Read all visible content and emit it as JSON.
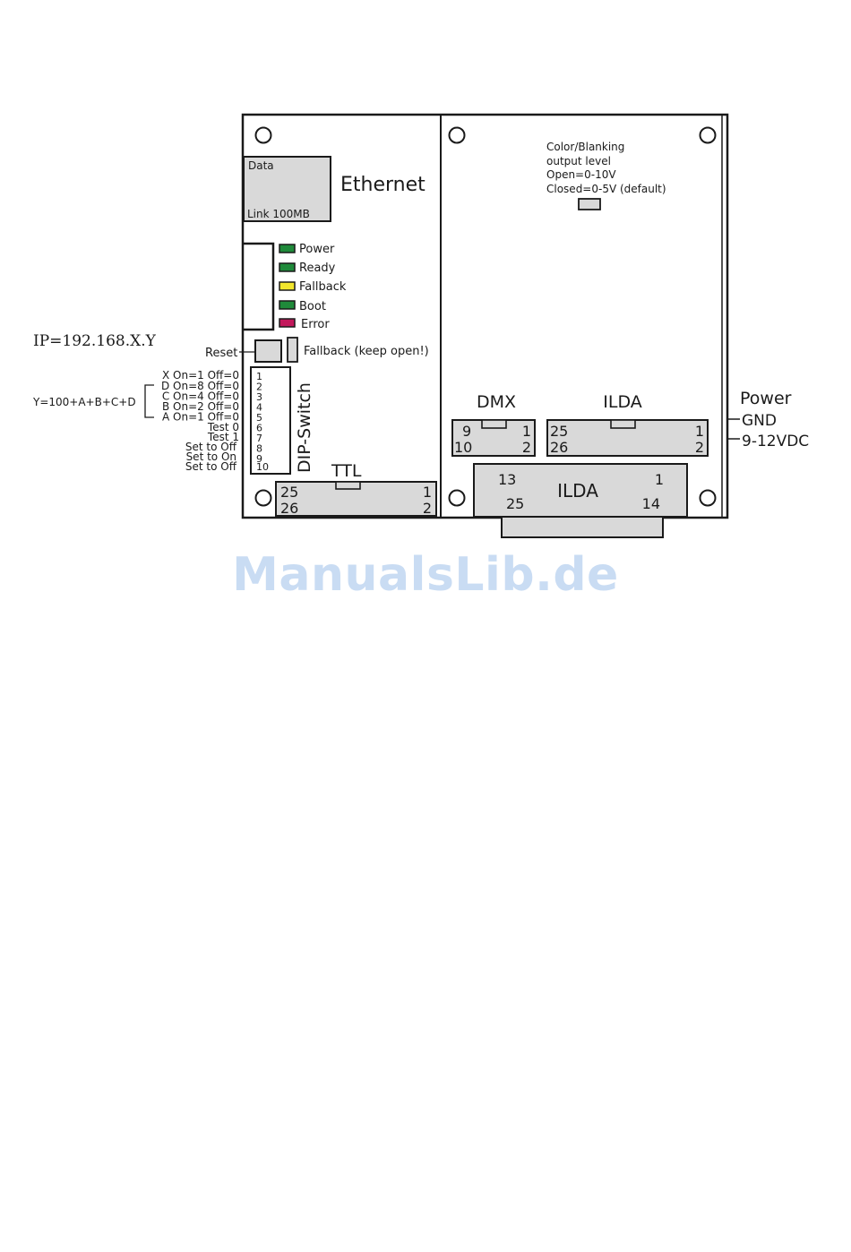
{
  "ethernet": {
    "title": "Ethernet",
    "data_label": "Data",
    "link_label": "Link 100MB"
  },
  "leds": [
    {
      "label": "Power",
      "color": "#1f8a3a"
    },
    {
      "label": "Ready",
      "color": "#1f8a3a"
    },
    {
      "label": "Fallback",
      "color": "#f2e62c"
    },
    {
      "label": "Boot",
      "color": "#1f8a3a"
    },
    {
      "label": "Error",
      "color": "#c2185b"
    }
  ],
  "ip_label": "IP=192.168.X.Y",
  "reset_label": "Reset",
  "fallback_jumper_label": "Fallback (keep open!)",
  "y_formula": "Y=100+A+B+C+D",
  "dip_switch": {
    "title": "DIP-Switch",
    "numbers": [
      "1",
      "2",
      "3",
      "4",
      "5",
      "6",
      "7",
      "8",
      "9",
      "10"
    ],
    "descriptions": [
      "X On=1 Off=0",
      "D On=8 Off=0",
      "C On=4 Off=0",
      "B On=2 Off=0",
      "A On=1 Off=0",
      "Test 0",
      "Test 1",
      "Set to Off",
      "Set to On",
      "Set to Off"
    ]
  },
  "ttl": {
    "title": "TTL",
    "pin_tl": "25",
    "pin_bl": "26",
    "pin_tr": "1",
    "pin_br": "2"
  },
  "color_blanking": {
    "line1": "Color/Blanking",
    "line2": "output level",
    "line3": "Open=0-10V",
    "line4": "Closed=0-5V (default)"
  },
  "dmx": {
    "title": "DMX",
    "pin_tl": "9",
    "pin_bl": "10",
    "pin_tr": "1",
    "pin_br": "2"
  },
  "ilda_header": {
    "title": "ILDA",
    "pin_tl": "25",
    "pin_bl": "26",
    "pin_tr": "1",
    "pin_br": "2"
  },
  "ilda_dsub": {
    "title": "ILDA",
    "pin_tl": "13",
    "pin_bl": "25",
    "pin_tr": "1",
    "pin_br": "14"
  },
  "power": {
    "title": "Power",
    "gnd": "GND",
    "vin": "9-12VDC"
  },
  "watermark": "ManualsLib.de"
}
